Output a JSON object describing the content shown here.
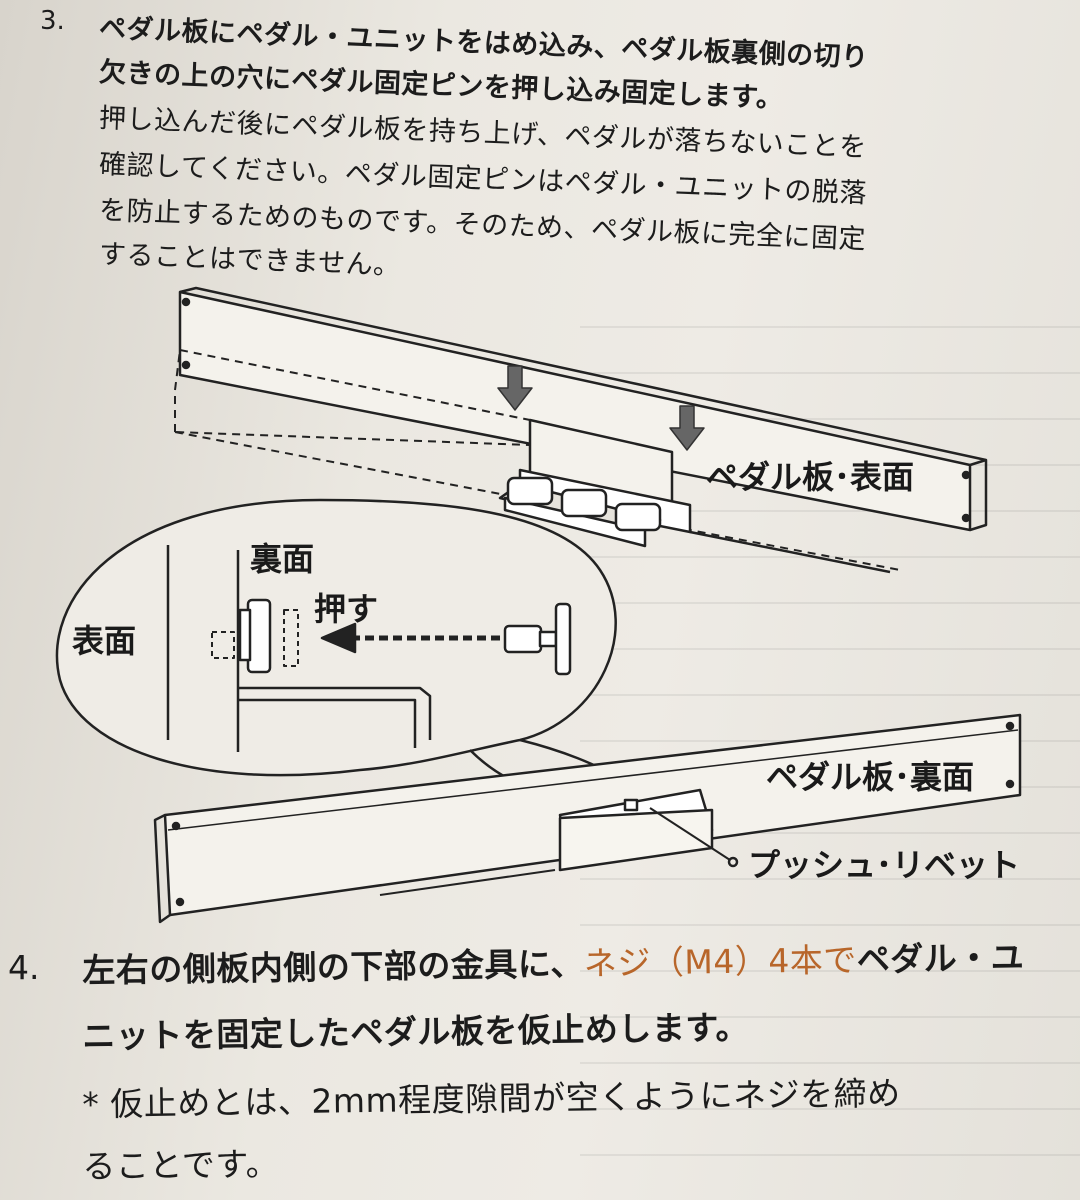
{
  "step3": {
    "number": "3.",
    "lines": [
      "ペダル板にペダル・ユニットをはめ込み、ペダル板裏側の切り",
      "欠きの上の穴にペダル固定ピンを押し込み固定します。",
      "押し込んだ後にペダル板を持ち上げ、ペダルが落ちないことを",
      "確認してください。ペダル固定ピンはペダル・ユニットの脱落",
      "を防止するためのものです。そのため、ペダル板に完全に固定",
      "することはできません。"
    ]
  },
  "diagram": {
    "label_front": "ペダル板･表面",
    "label_back_side": "裏面",
    "label_front_side": "表面",
    "label_push": "押す",
    "label_back": "ペダル板･裏面",
    "label_rivet": "プッシュ･リベット"
  },
  "step4": {
    "number": "4.",
    "line1_a": "左右の側板内側の下部の金具に、",
    "line1_b": "ネジ（M4）4本で",
    "line1_c": "ペダル・ユ",
    "line2": "ニットを固定したペダル板を仮止めします。",
    "line3": "* 仮止めとは、2mm程度隙間が空くようにネジを締め",
    "line4": "ることです。"
  },
  "colors": {
    "ink": "#1c1c1c",
    "paper": "#ebe8e1",
    "accent": "#b8662a"
  }
}
